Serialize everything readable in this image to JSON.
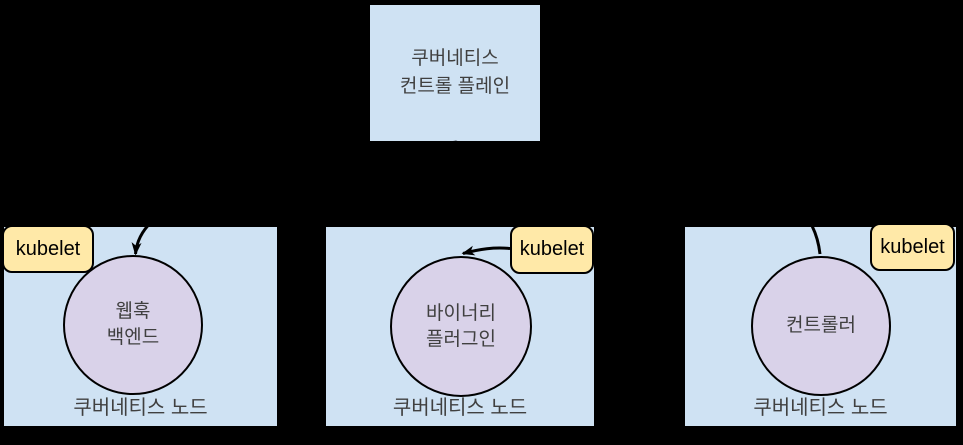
{
  "diagram": {
    "title_semantic": "kubernetes-extension-points-diagram",
    "control_plane": {
      "line1": "쿠버네티스",
      "line2": "컨트롤 플레인"
    },
    "nodes": [
      {
        "kubelet": "kubelet",
        "workload_line1": "웹훅",
        "workload_line2": "백엔드",
        "label": "쿠버네티스 노드"
      },
      {
        "kubelet": "kubelet",
        "workload_line1": "바이너리",
        "workload_line2": "플러그인",
        "label": "쿠버네티스 노드"
      },
      {
        "kubelet": "kubelet",
        "workload_line1": "컨트롤러",
        "workload_line2": "",
        "label": "쿠버네티스 노드"
      }
    ],
    "colors": {
      "background": "#000000",
      "box_fill": "#cfe2f3",
      "circle_fill": "#d9d2e9",
      "kubelet_fill": "#ffe9a8",
      "line": "#000000",
      "text": "#404040"
    }
  }
}
